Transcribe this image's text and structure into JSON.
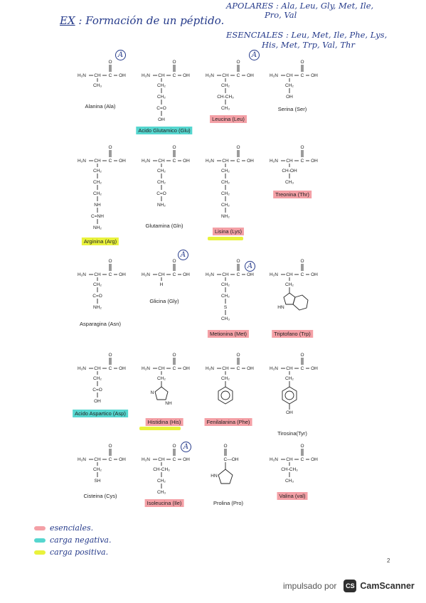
{
  "header": {
    "ex_prefix": "EX",
    "ex_title": ": Formación de un péptido.",
    "apolares_line1": "APOLARES : Ala, Leu, Gly, Met, Ile,",
    "apolares_line2": "Pro, Val",
    "esenciales_line1": "ESENCIALES : Leu, Met, Ile, Phe, Lys,",
    "esenciales_line2": "His, Met, Trp, Val, Thr"
  },
  "chem": {
    "h2n": "H₂N",
    "ch": "CH",
    "c": "C",
    "oh": "OH",
    "o": "O",
    "ch2": "CH₂",
    "ch3": "CH₃",
    "ch_ch3": "CH-CH₃",
    "ch_oh": "CH-OH",
    "c_eq_o": "C=O",
    "nh2": "NH₂",
    "nh": "NH",
    "c_eq_nh": "C=NH",
    "s": "S",
    "h": "H",
    "hn": "HN",
    "n": "N",
    "c_oh": "C—OH"
  },
  "amino_acids": [
    {
      "name": "Alanina (Ala)",
      "highlight": "none"
    },
    {
      "name": "Acido Glutamico (Glu)",
      "highlight": "teal"
    },
    {
      "name": "Leucina (Leu)",
      "highlight": "red"
    },
    {
      "name": "Serina (Ser)",
      "highlight": "none"
    },
    {
      "name": "Arginina (Arg)",
      "highlight": "yellow"
    },
    {
      "name": "Glutamina (Gln)",
      "highlight": "none"
    },
    {
      "name": "Lisina (Lys)",
      "highlight": "red"
    },
    {
      "name": "Treonina (Thr)",
      "highlight": "red"
    },
    {
      "name": "Asparagina (Asn)",
      "highlight": "none"
    },
    {
      "name": "Glicina (Gly)",
      "highlight": "none"
    },
    {
      "name": "Metionina (Met)",
      "highlight": "red"
    },
    {
      "name": "Triptofano (Trp)",
      "highlight": "red"
    },
    {
      "name": "Acido Aspartico (Asp)",
      "highlight": "teal"
    },
    {
      "name": "Histidina (His)",
      "highlight": "red"
    },
    {
      "name": "Fenilalanina (Phe)",
      "highlight": "red"
    },
    {
      "name": "Tirosina(Tyr)",
      "highlight": "none"
    },
    {
      "name": "Cisteina (Cys)",
      "highlight": "none"
    },
    {
      "name": "Isoleucina (Ile)",
      "highlight": "red"
    },
    {
      "name": "Prolina (Pro)",
      "highlight": "none"
    },
    {
      "name": "Valina (val)",
      "highlight": "red"
    }
  ],
  "marks": {
    "a": "A"
  },
  "legend": [
    {
      "label": "esenciales.",
      "color": "#f4a0a6"
    },
    {
      "label": "carga negativa.",
      "color": "#56d6cf"
    },
    {
      "label": "carga positiva.",
      "color": "#e9f23c"
    }
  ],
  "page_number": "2",
  "footer": {
    "prefix": "impulsado por",
    "logo": "CS",
    "brand": "CamScanner"
  },
  "colors": {
    "ink": "#253a8a",
    "red": "#f4a0a6",
    "teal": "#56d6cf",
    "yellow": "#e9f23c"
  }
}
